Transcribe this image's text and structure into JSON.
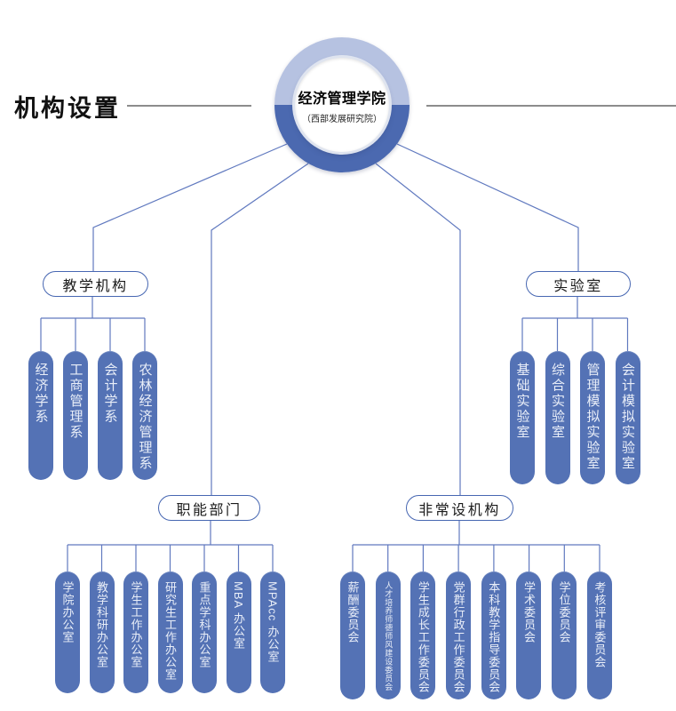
{
  "page": {
    "title": "机构设置"
  },
  "root": {
    "title": "经济管理学院",
    "subtitle": "（西部发展研究院）"
  },
  "branches": [
    {
      "label": "教学机构",
      "items": [
        "经济学系",
        "工商管理系",
        "会计学系",
        "农林经济管理系"
      ]
    },
    {
      "label": "实验室",
      "items": [
        "基础实验室",
        "综合实验室",
        "管理模拟实验室",
        "会计模拟实验室"
      ]
    },
    {
      "label": "职能部门",
      "items": [
        "学院办公室",
        "教学科研办公室",
        "学生工作办公室",
        "研究生工作办公室",
        "重点学科办公室",
        "MBA 办公室",
        "MPAcc 办公室"
      ]
    },
    {
      "label": "非常设机构",
      "items": [
        "薪酬委员会",
        "人才培养师德师风建设委员会",
        "学生成长工作委员会",
        "党群行政工作委员会",
        "本科教学指导委员会",
        "学术委员会",
        "学位委员会",
        "考核评审委员会"
      ]
    }
  ],
  "colors": {
    "pill_fill": "#5472b5",
    "pill_text": "#e9eef8",
    "donut_top_half": "#b6c2e1",
    "donut_bottom_half": "#4b69b0",
    "connector_line": "#6079bf",
    "label_border": "#4767b2",
    "divider_line": "#8c8c8c"
  }
}
